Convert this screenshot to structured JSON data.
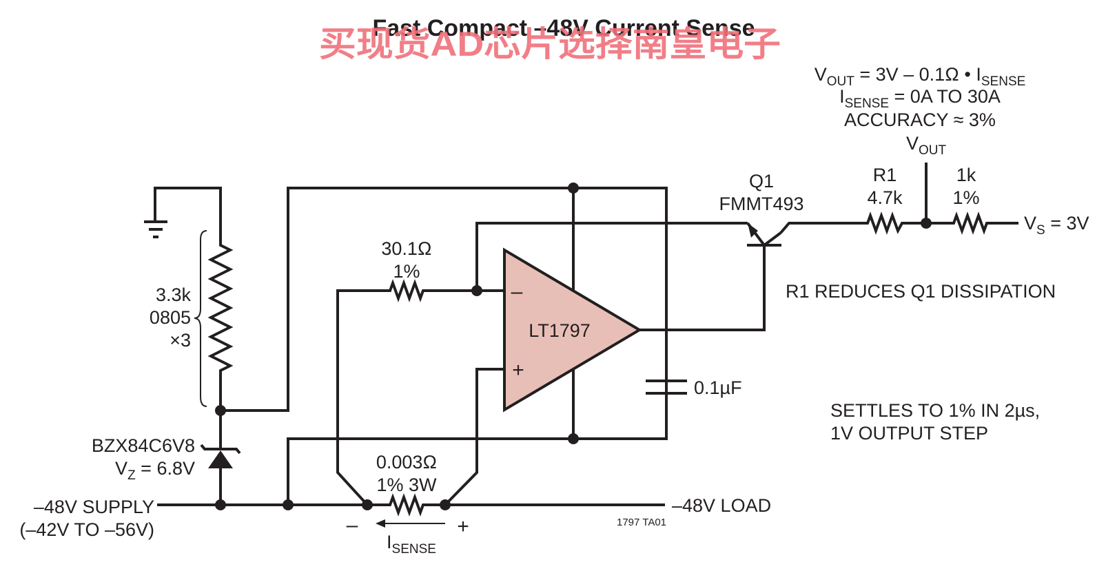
{
  "title": "Fast Compact –48V Current Sense",
  "watermark": "买现货AD芯片选择南皇电子",
  "colors": {
    "opamp_fill": "#e8bfb6",
    "line": "#231f20",
    "watermark": "#f0707a"
  },
  "specs": {
    "vout_eq": {
      "a": "V",
      "a_sub": "OUT",
      "b": " = 3V – 0.1Ω • I",
      "b_sub": "SENSE"
    },
    "isense_range": {
      "a": "I",
      "a_sub": "SENSE",
      "b": " = 0A TO 30A"
    },
    "accuracy": "ACCURACY ≈ 3%"
  },
  "vout_node": {
    "main": "V",
    "sub": "OUT"
  },
  "q1": {
    "ref": "Q1",
    "part": "FMMT493"
  },
  "r1": {
    "ref": "R1",
    "value": "4.7k"
  },
  "r_1k": {
    "value": "1k",
    "tol": "1%"
  },
  "vs": {
    "main": "V",
    "sub": "S",
    "rest": " = 3V"
  },
  "r1_note": "R1 REDUCES Q1 DISSIPATION",
  "r_gain": {
    "value": "30.1Ω",
    "tol": "1%"
  },
  "opamp_label": "LT1797",
  "opamp_minus": "–",
  "opamp_plus": "+",
  "cap": "0.1µF",
  "settle": {
    "line1": "SETTLES TO 1% IN 2µs,",
    "line2": "1V OUTPUT STEP"
  },
  "r_bias": {
    "value": "3.3k",
    "package": "0805",
    "qty": "×3"
  },
  "zener": {
    "part": "BZX84C6V8",
    "vz_main": "V",
    "vz_sub": "Z",
    "vz_rest": " = 6.8V"
  },
  "supply": {
    "line1": "–48V SUPPLY",
    "line2": "(–42V TO –56V)"
  },
  "load": "–48V LOAD",
  "r_sense": {
    "value": "0.003Ω",
    "spec": "1% 3W"
  },
  "isense_dir": {
    "minus": "–",
    "plus": "+",
    "main": "I",
    "sub": "SENSE"
  },
  "figure_id": "1797 TA01"
}
